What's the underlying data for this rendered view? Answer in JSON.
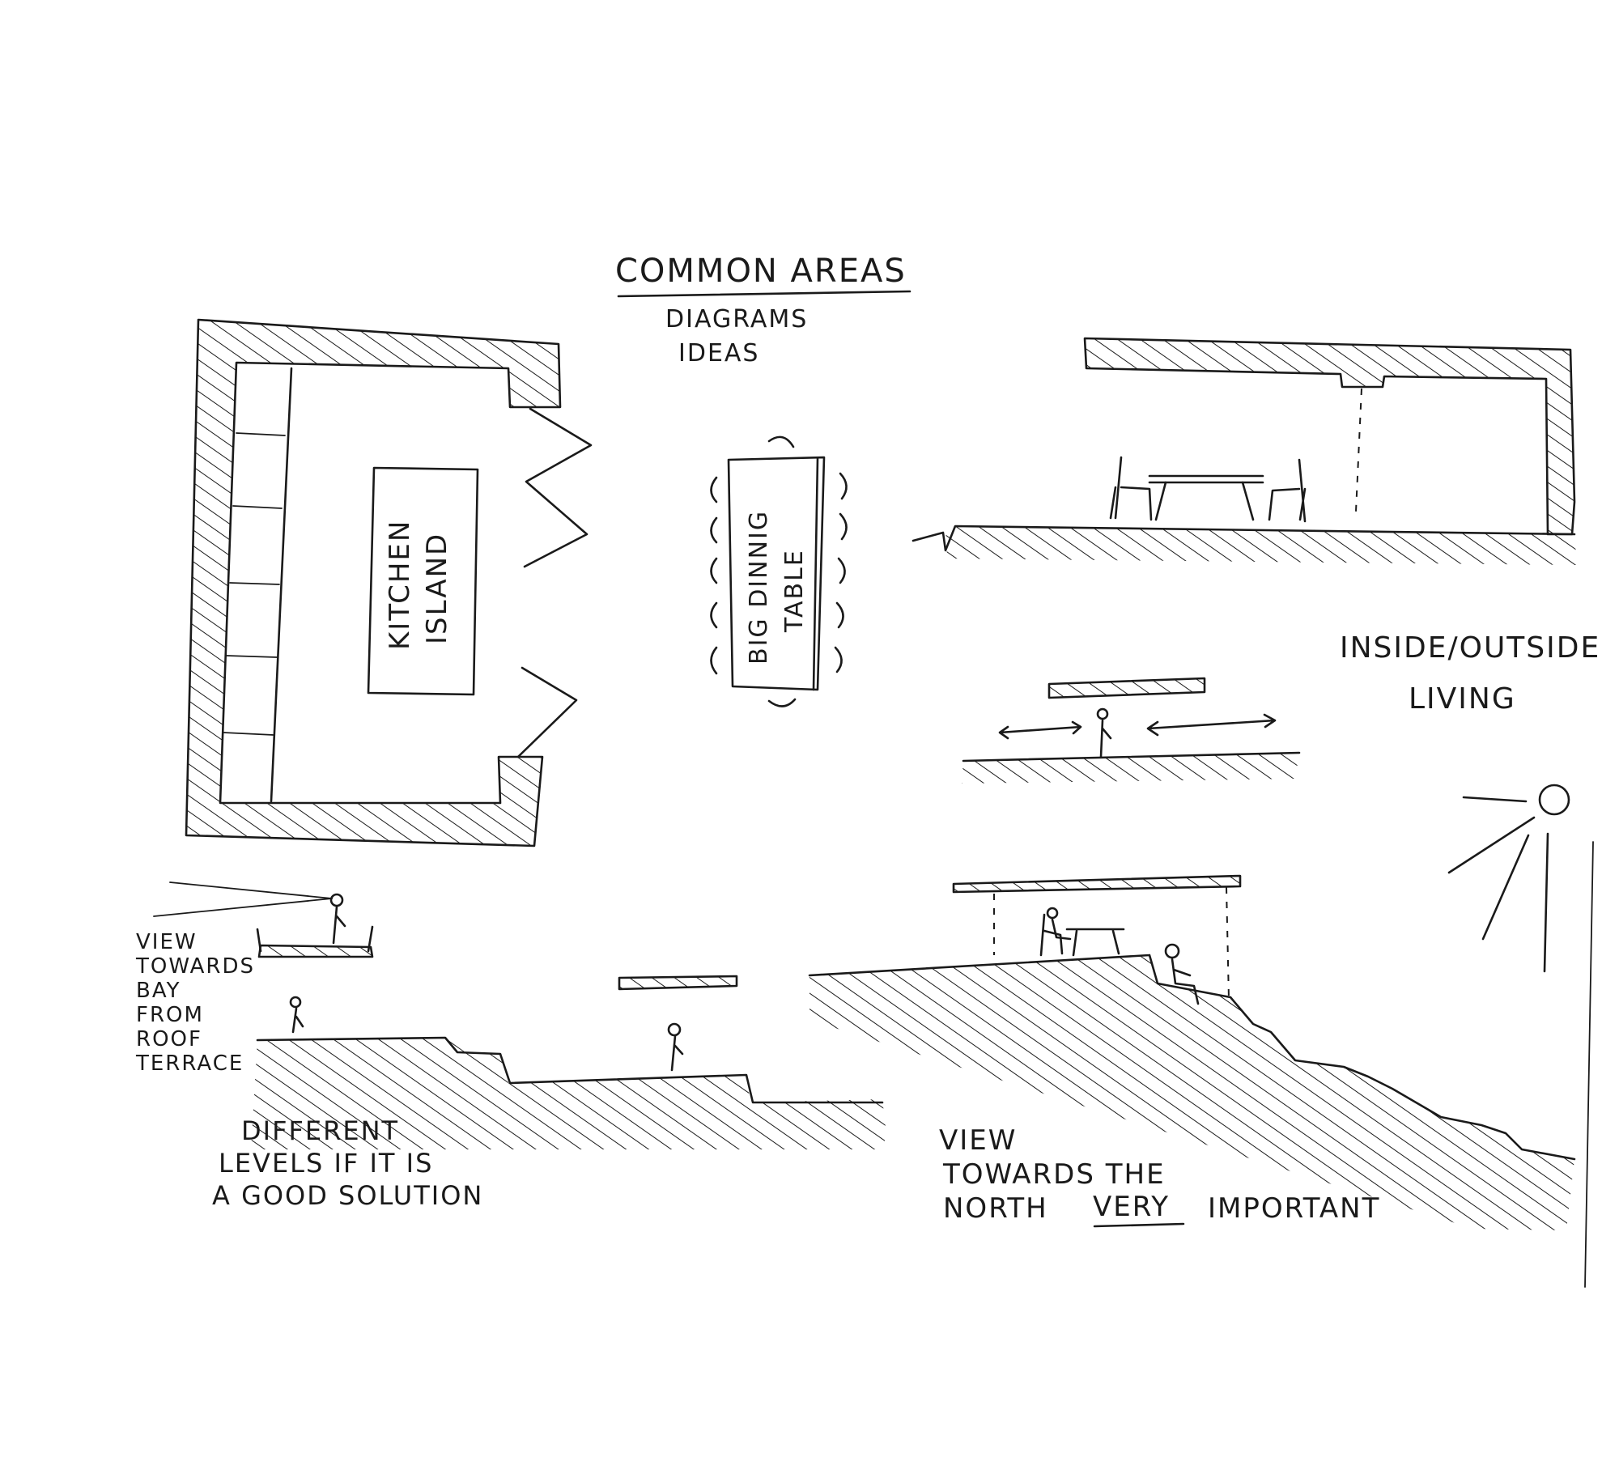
{
  "title": "COMMON AREAS",
  "subtitle_lines": [
    "DIAGRAMS",
    "IDEAS"
  ],
  "plan": {
    "kitchen_label_lines": [
      "KITCHEN",
      "ISLAND"
    ],
    "dining_label_lines": [
      "BIG DINNIG",
      "TABLE"
    ]
  },
  "inside_outside_lines": [
    "INSIDE/OUTSIDE",
    "LIVING"
  ],
  "roof_terrace_note_lines": [
    "VIEW",
    "TOWARDS",
    "BAY",
    "FROM",
    "ROOF",
    "TERRACE"
  ],
  "levels_note_lines": [
    "DIFFERENT",
    "LEVELS IF IT IS",
    "A GOOD SOLUTION"
  ],
  "north_view_note": {
    "line1": "VIEW",
    "line2": "TOWARDS THE",
    "line3_prefix": "NORTH",
    "line3_emphasis": "VERY",
    "line3_suffix": "IMPORTANT"
  },
  "colors": {
    "ink": "#1a1a1a",
    "paper": "#ffffff"
  },
  "icons": [
    "sun-icon",
    "person-icon",
    "chair-icon",
    "table-icon",
    "double-arrow-icon"
  ]
}
